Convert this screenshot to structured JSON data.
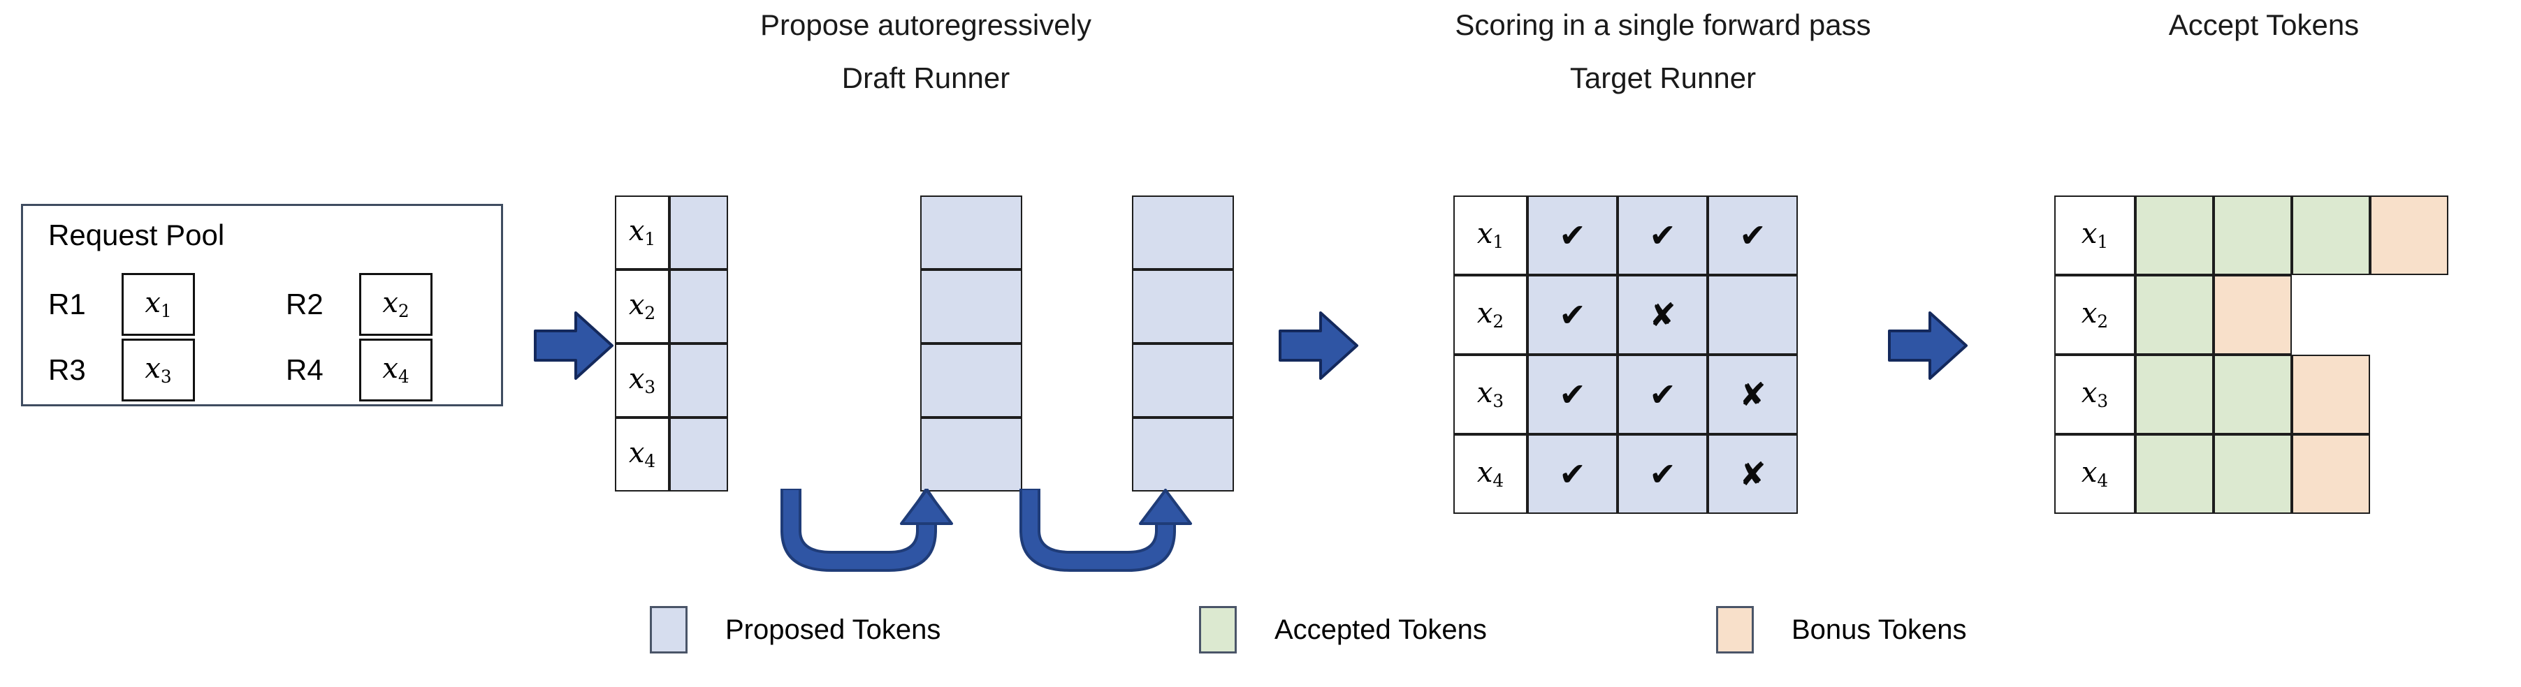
{
  "headings": {
    "propose": "Propose autoregressively",
    "draft_runner": "Draft Runner",
    "scoring": "Scoring in a single forward pass",
    "target_runner": "Target Runner",
    "accept": "Accept Tokens"
  },
  "request_pool": {
    "title": "Request Pool",
    "requests": [
      {
        "label": "R1",
        "token": "x",
        "sub": "1"
      },
      {
        "label": "R2",
        "token": "x",
        "sub": "2"
      },
      {
        "label": "R3",
        "token": "x",
        "sub": "3"
      },
      {
        "label": "R4",
        "token": "x",
        "sub": "4"
      }
    ]
  },
  "row_labels": [
    {
      "token": "x",
      "sub": "1"
    },
    {
      "token": "x",
      "sub": "2"
    },
    {
      "token": "x",
      "sub": "3"
    },
    {
      "token": "x",
      "sub": "4"
    }
  ],
  "draft_runner": {
    "steps": 3,
    "rows": 4,
    "cell_state": "proposed",
    "columns": [
      {
        "has_labels": true,
        "cells": [
          "proposed",
          "proposed",
          "proposed",
          "proposed"
        ]
      },
      {
        "has_labels": false,
        "cells": [
          "proposed",
          "proposed",
          "proposed",
          "proposed"
        ]
      },
      {
        "has_labels": false,
        "cells": [
          "proposed",
          "proposed",
          "proposed",
          "proposed"
        ]
      }
    ]
  },
  "target_runner": {
    "marks": [
      [
        "check",
        "check",
        "check"
      ],
      [
        "check",
        "cross",
        "none"
      ],
      [
        "check",
        "check",
        "cross"
      ],
      [
        "check",
        "check",
        "cross"
      ]
    ],
    "glyphs": {
      "check": "✔",
      "cross": "✘",
      "none": ""
    }
  },
  "accept_tokens": {
    "rows": [
      [
        "accepted",
        "accepted",
        "accepted",
        "bonus"
      ],
      [
        "accepted",
        "bonus"
      ],
      [
        "accepted",
        "accepted",
        "bonus"
      ],
      [
        "accepted",
        "accepted",
        "bonus"
      ]
    ]
  },
  "legend": [
    {
      "name": "proposed",
      "label": "Proposed Tokens",
      "color": "#d6ddee"
    },
    {
      "name": "accepted",
      "label": "Accepted Tokens",
      "color": "#dce9d0"
    },
    {
      "name": "bonus",
      "label": "Bonus Tokens",
      "color": "#f8e0ca"
    }
  ],
  "colors": {
    "proposed": "#d6ddee",
    "accepted": "#dce9d0",
    "bonus": "#f8e0ca",
    "arrow": "#2f55a4",
    "arrow_dark": "#1f3c78",
    "border": "#1d1d1d",
    "pool_border": "#3f4c60",
    "background": "#ffffff"
  },
  "flow_arrows": {
    "count": 3,
    "direction": "right",
    "loop_arrows": 2,
    "loop_direction": "u-turn-up"
  }
}
